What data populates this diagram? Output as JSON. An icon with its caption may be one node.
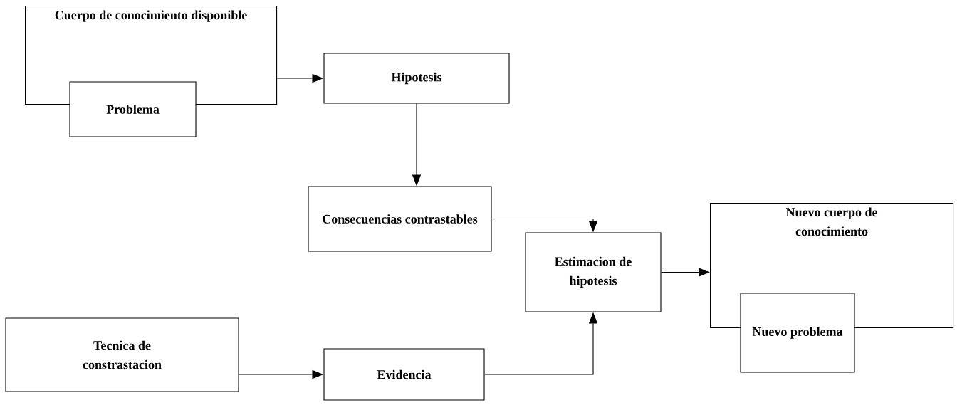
{
  "diagram": {
    "nodes": [
      {
        "text": [
          "Cuerpo de conocimiento disponible"
        ]
      },
      {
        "text": [
          "Problema"
        ]
      },
      {
        "text": [
          "Hipotesis"
        ]
      },
      {
        "text": [
          "Consecuencias contrastables"
        ]
      },
      {
        "text": [
          "Estimacion de hipotesis"
        ]
      },
      {
        "text": [
          "Nuevo cuerpo de conocimiento"
        ]
      },
      {
        "text": [
          "Nuevo problema"
        ]
      },
      {
        "text": [
          "Tecnica de constrastacion"
        ]
      },
      {
        "text": [
          "Evidencia"
        ]
      }
    ],
    "edges": [
      {
        "from": 0,
        "to": 2,
        "arrow": "to"
      },
      {
        "from": 2,
        "to": 3,
        "arrow": "to"
      },
      {
        "from": 3,
        "to": 4,
        "arrow": "to"
      },
      {
        "from": 7,
        "to": 8,
        "arrow": "to"
      },
      {
        "from": 8,
        "to": 4,
        "arrow": "to"
      },
      {
        "from": 4,
        "to": 5,
        "arrow": "to"
      }
    ]
  }
}
